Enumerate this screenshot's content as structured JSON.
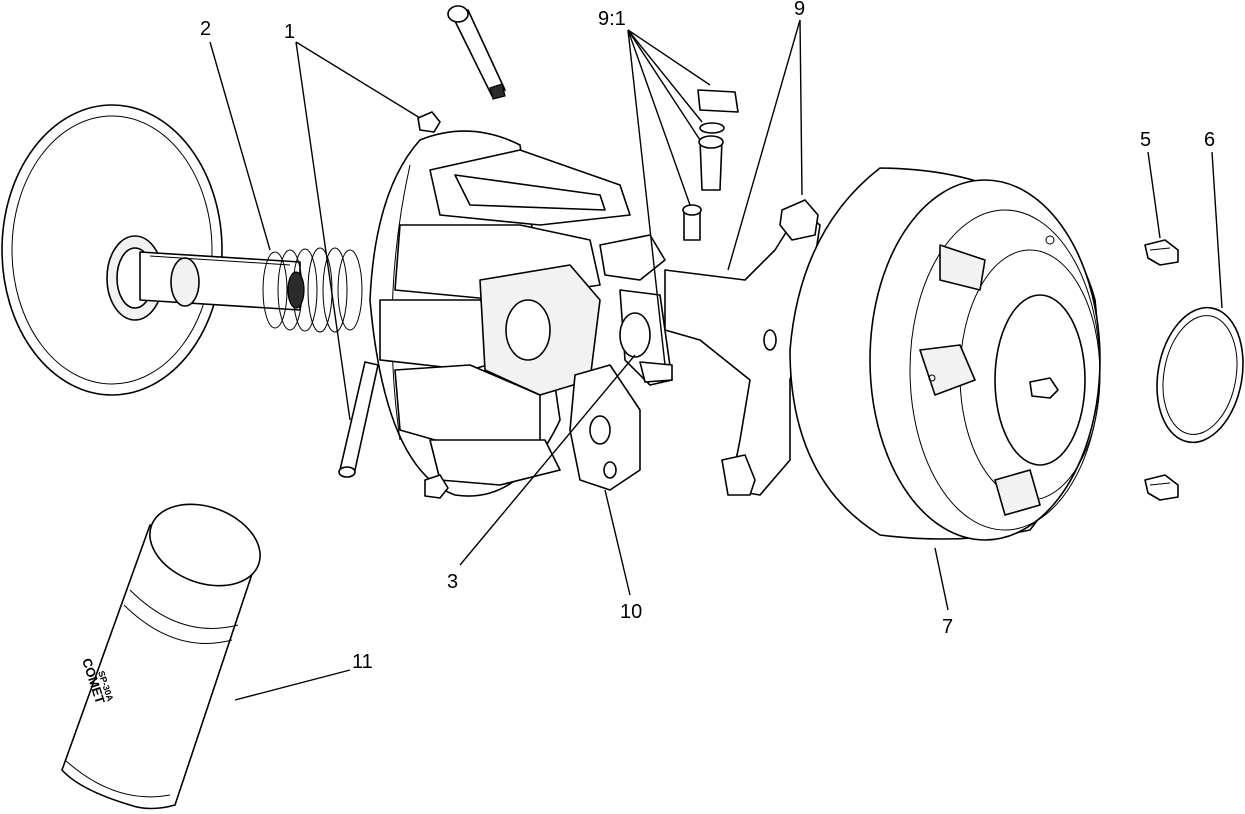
{
  "callouts": {
    "c1": "1",
    "c2": "2",
    "c3": "3",
    "c5": "5",
    "c6": "6",
    "c7": "7",
    "c9a": "9:1",
    "c9b": "9",
    "c10": "10",
    "c11": "11"
  },
  "can": {
    "brand": "COMET",
    "code": "SP-30A"
  },
  "colors": {
    "line": "#000000",
    "background": "#ffffff",
    "shade": "#f2f2f2"
  }
}
